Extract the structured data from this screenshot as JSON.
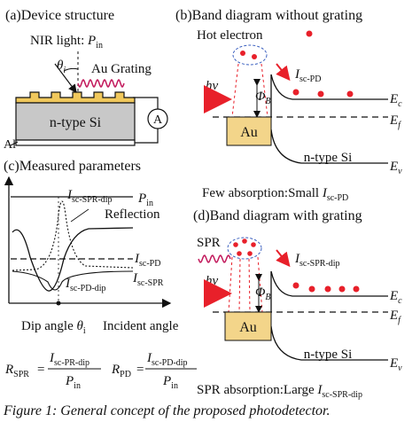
{
  "panel_a": {
    "title": "(a)Device structure",
    "nir": "NIR light: ",
    "nir_var": "P",
    "nir_sub": "in",
    "theta": "θ",
    "theta_sub": "i",
    "grating": "Au Grating",
    "substrate": "n-type Si",
    "al": "Al",
    "meter": "A"
  },
  "panel_b": {
    "title": "(b)Band diagram without grating",
    "hot_electron": "Hot electron",
    "hv": "hv",
    "phi": "Φ",
    "phi_sub": "B",
    "isc": "I",
    "isc_sub": "sc-PD",
    "ec": "E",
    "ec_sub": "c",
    "ef": "E",
    "ef_sub": "f",
    "ev": "E",
    "ev_sub": "v",
    "au": "Au",
    "si": "n-type Si",
    "foot": "Few absorption:Small ",
    "foot_var": "I",
    "foot_sub": "sc-PD"
  },
  "panel_c": {
    "title": "(c)Measured parameters",
    "pin": "P",
    "pin_sub": "in",
    "spr_dip": "I",
    "spr_dip_sub": "sc-SPR-dip",
    "reflection": "Reflection",
    "isc_pd": "I",
    "isc_pd_sub": "sc-PD",
    "isc_spr": "I",
    "isc_spr_sub": "sc-SPR",
    "pd_dip": "I",
    "pd_dip_sub": "sc-PD-dip",
    "dip_label": "Dip angle ",
    "dip_theta": "θ",
    "dip_theta_sub": "i",
    "incident": "Incident angle"
  },
  "panel_d": {
    "title": "(d)Band diagram with grating",
    "spr": "SPR",
    "hv": "hv",
    "phi": "Φ",
    "phi_sub": "B",
    "isc": "I",
    "isc_sub": "sc-SPR-dip",
    "ec": "E",
    "ec_sub": "c",
    "ef": "E",
    "ef_sub": "f",
    "ev": "E",
    "ev_sub": "v",
    "au": "Au",
    "si": "n-type Si",
    "foot": "SPR absorption:Large ",
    "foot_var": "I",
    "foot_sub": "sc-SPR-dip"
  },
  "formulas": {
    "rspr": "R",
    "rspr_sub": "SPR",
    "eq": "=",
    "num1": "I",
    "num1_sub": "sc-PR-dip",
    "den1": "P",
    "den1_sub": "in",
    "rpd": "R",
    "rpd_sub": "PD",
    "num2": "I",
    "num2_sub": "sc-PD-dip",
    "den2": "P",
    "den2_sub": "in"
  },
  "caption": "Figure 1: General concept of the proposed photodetector.",
  "colors": {
    "red": "#e8202a",
    "au_fill": "#f3d58a",
    "si_fill": "#c8c8c8",
    "grating_fill": "#f0c85c",
    "wave": "#c2185b",
    "ink": "#111111"
  }
}
